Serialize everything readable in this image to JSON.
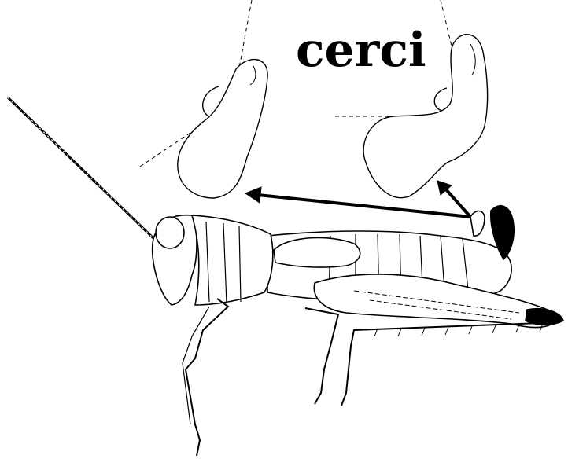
{
  "figure": {
    "label": "cerci",
    "ink_color": "#000000",
    "paper_color": "#ffffff",
    "subject": "grasshopper-lateral-view",
    "callouts": [
      "left-cercus-detail",
      "right-cercus-detail"
    ]
  }
}
